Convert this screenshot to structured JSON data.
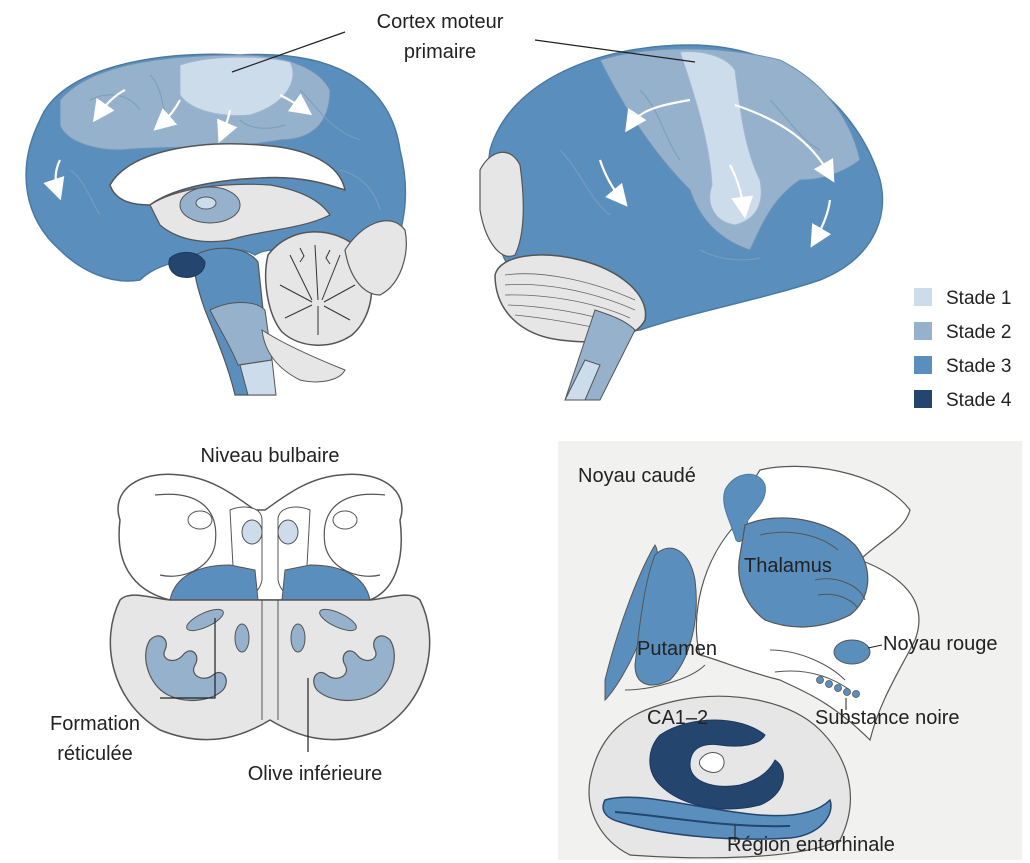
{
  "colors": {
    "stage1": "#cddcea",
    "stage2": "#95b1cc",
    "stage3": "#5a8fbd",
    "stage4": "#23456e",
    "tissue": "#e6e6e6",
    "outline": "#555555",
    "panel_bg": "#f1f1ef"
  },
  "top_figure": {
    "label_motor_cortex": [
      "Cortex moteur",
      "primaire"
    ]
  },
  "legend": [
    {
      "label": "Stade 1",
      "color_key": "stage1"
    },
    {
      "label": "Stade 2",
      "color_key": "stage2"
    },
    {
      "label": "Stade 3",
      "color_key": "stage3"
    },
    {
      "label": "Stade 4",
      "color_key": "stage4"
    }
  ],
  "medulla_section": {
    "title": "Niveau bulbaire",
    "label_reticular": [
      "Formation",
      "réticulée"
    ],
    "label_olive": "Olive inférieure"
  },
  "coronal_section": {
    "caudate": "Noyau caudé",
    "thalamus": "Thalamus",
    "putamen": "Putamen",
    "red_nucleus": "Noyau rouge",
    "substantia_nigra": "Substance noire",
    "ca": "CA1–2",
    "entorhinal": "Région entorhinale"
  }
}
